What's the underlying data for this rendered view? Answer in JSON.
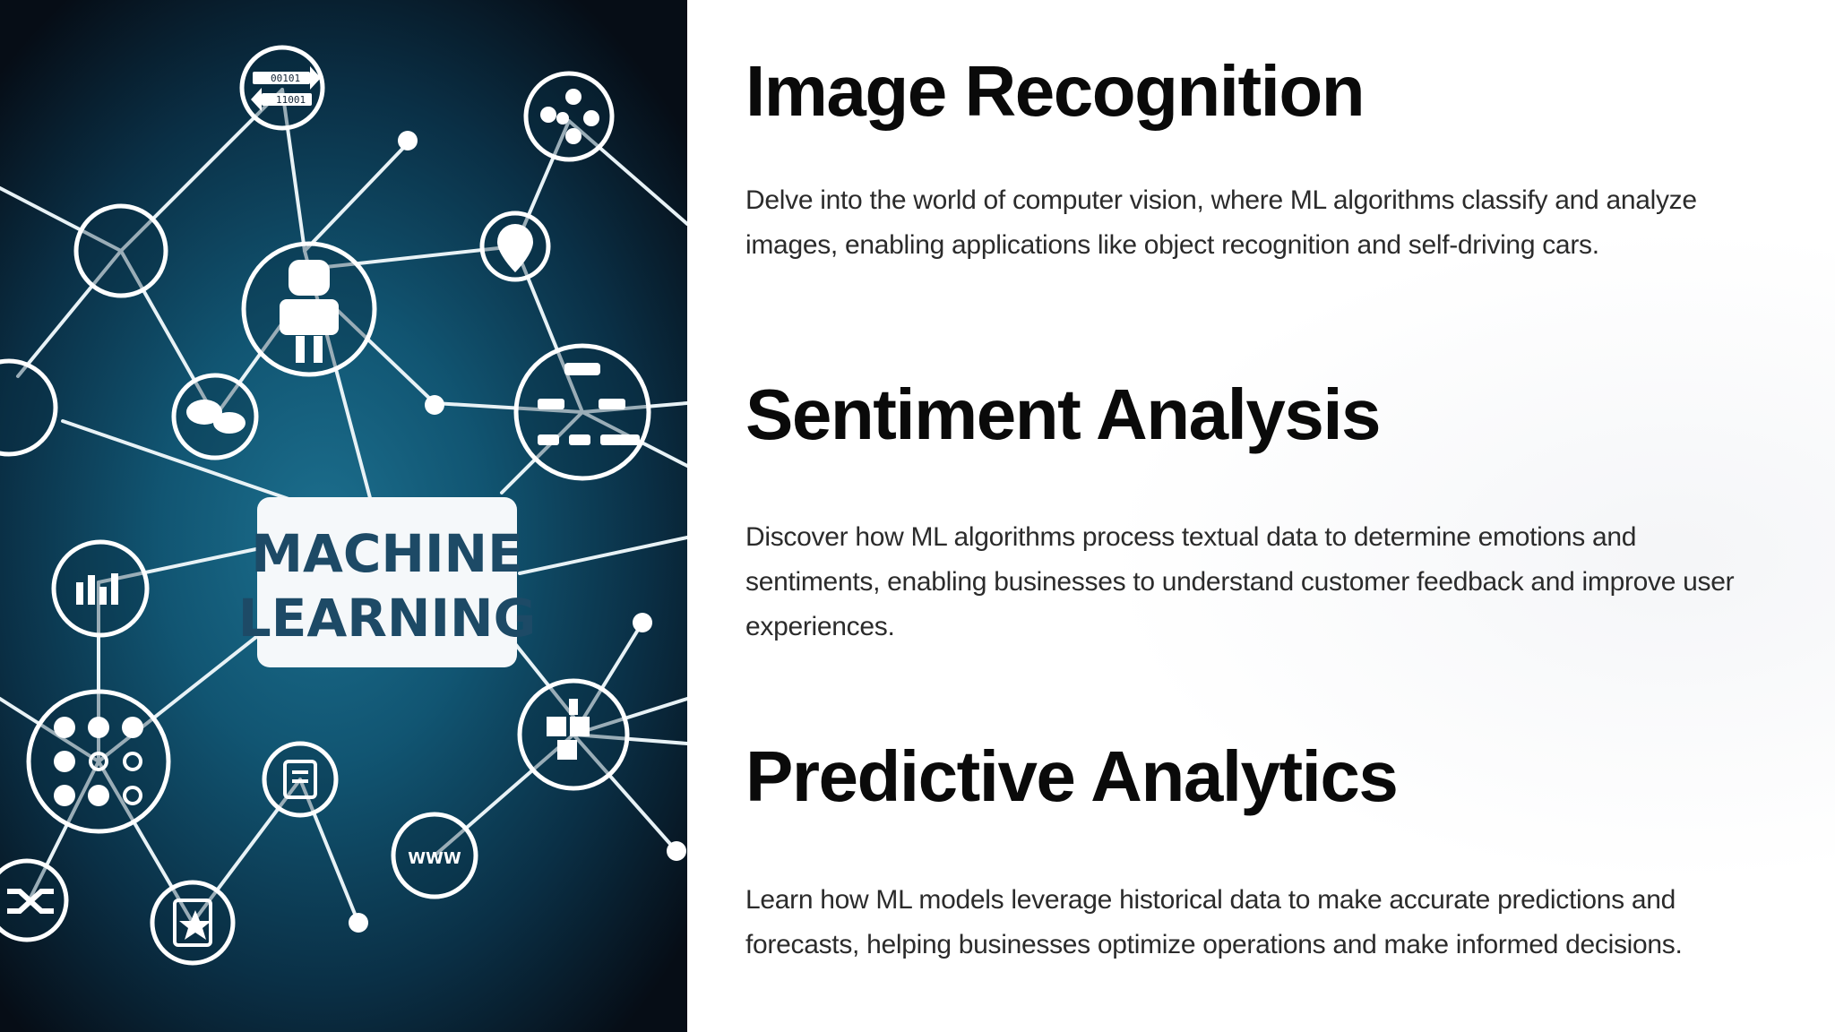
{
  "illustration": {
    "label_line1": "MACHINE",
    "label_line2": "LEARNING",
    "binary_top": "00101",
    "binary_bottom": "11001",
    "www": "WWW"
  },
  "sections": [
    {
      "title": "Image Recognition",
      "body": "Delve into the world of computer vision, where ML algorithms classify and analyze images, enabling applications like object recognition and self-driving cars."
    },
    {
      "title": "Sentiment Analysis",
      "body": "Discover how ML algorithms process textual data to determine emotions and sentiments, enabling businesses to understand customer feedback and improve user experiences."
    },
    {
      "title": "Predictive Analytics",
      "body": "Learn how ML models leverage historical data to make accurate predictions and forecasts, helping businesses optimize operations and make informed decisions."
    }
  ]
}
